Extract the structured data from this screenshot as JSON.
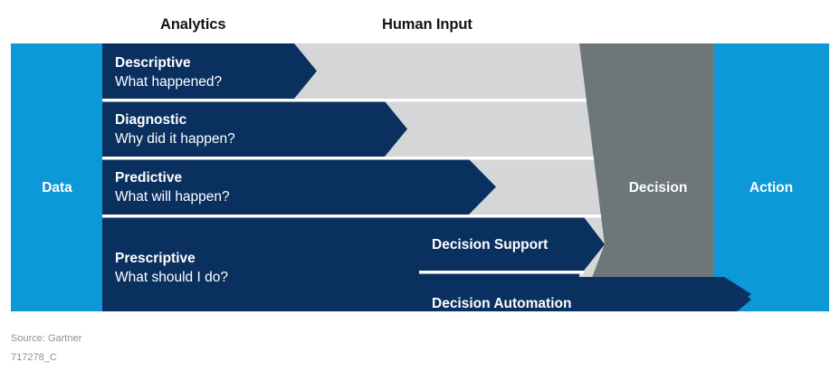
{
  "figure": {
    "headers": {
      "analytics": "Analytics",
      "human_input": "Human Input"
    },
    "bands": {
      "data": "Data",
      "decision": "Decision",
      "action": "Action"
    },
    "rows": [
      {
        "title": "Descriptive",
        "question": "What happened?"
      },
      {
        "title": "Diagnostic",
        "question": "Why did it happen?"
      },
      {
        "title": "Predictive",
        "question": "What will happen?"
      },
      {
        "title": "Prescriptive",
        "question": "What should I do?"
      }
    ],
    "decision_modes": [
      {
        "label": "Decision Support"
      },
      {
        "label": "Decision Automation"
      }
    ],
    "footer": {
      "source": "Source: Gartner",
      "code": "717278_C"
    },
    "colors": {
      "brand_blue": "#0d98d8",
      "navy": "#0a3060",
      "light_gray": "#d4d6d8",
      "dark_gray": "#6d7679",
      "white": "#ffffff",
      "header_text": "#111418",
      "footer_text": "#8b9094"
    }
  }
}
